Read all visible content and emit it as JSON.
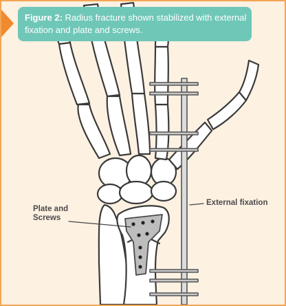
{
  "figure": {
    "label": "Figure 2:",
    "caption": "Radius fracture shown stabilized with external fixation and plate and screws.",
    "accent_color": "#f08a2e",
    "caption_bg_color": "#6fc7b8",
    "background_color": "#fdf1e2"
  },
  "illustration": {
    "subject": "wrist-bones-icon",
    "labels": {
      "plate_screws_line1": "Plate and",
      "plate_screws_line2": "Screws",
      "external_fixation": "External fixation"
    }
  }
}
